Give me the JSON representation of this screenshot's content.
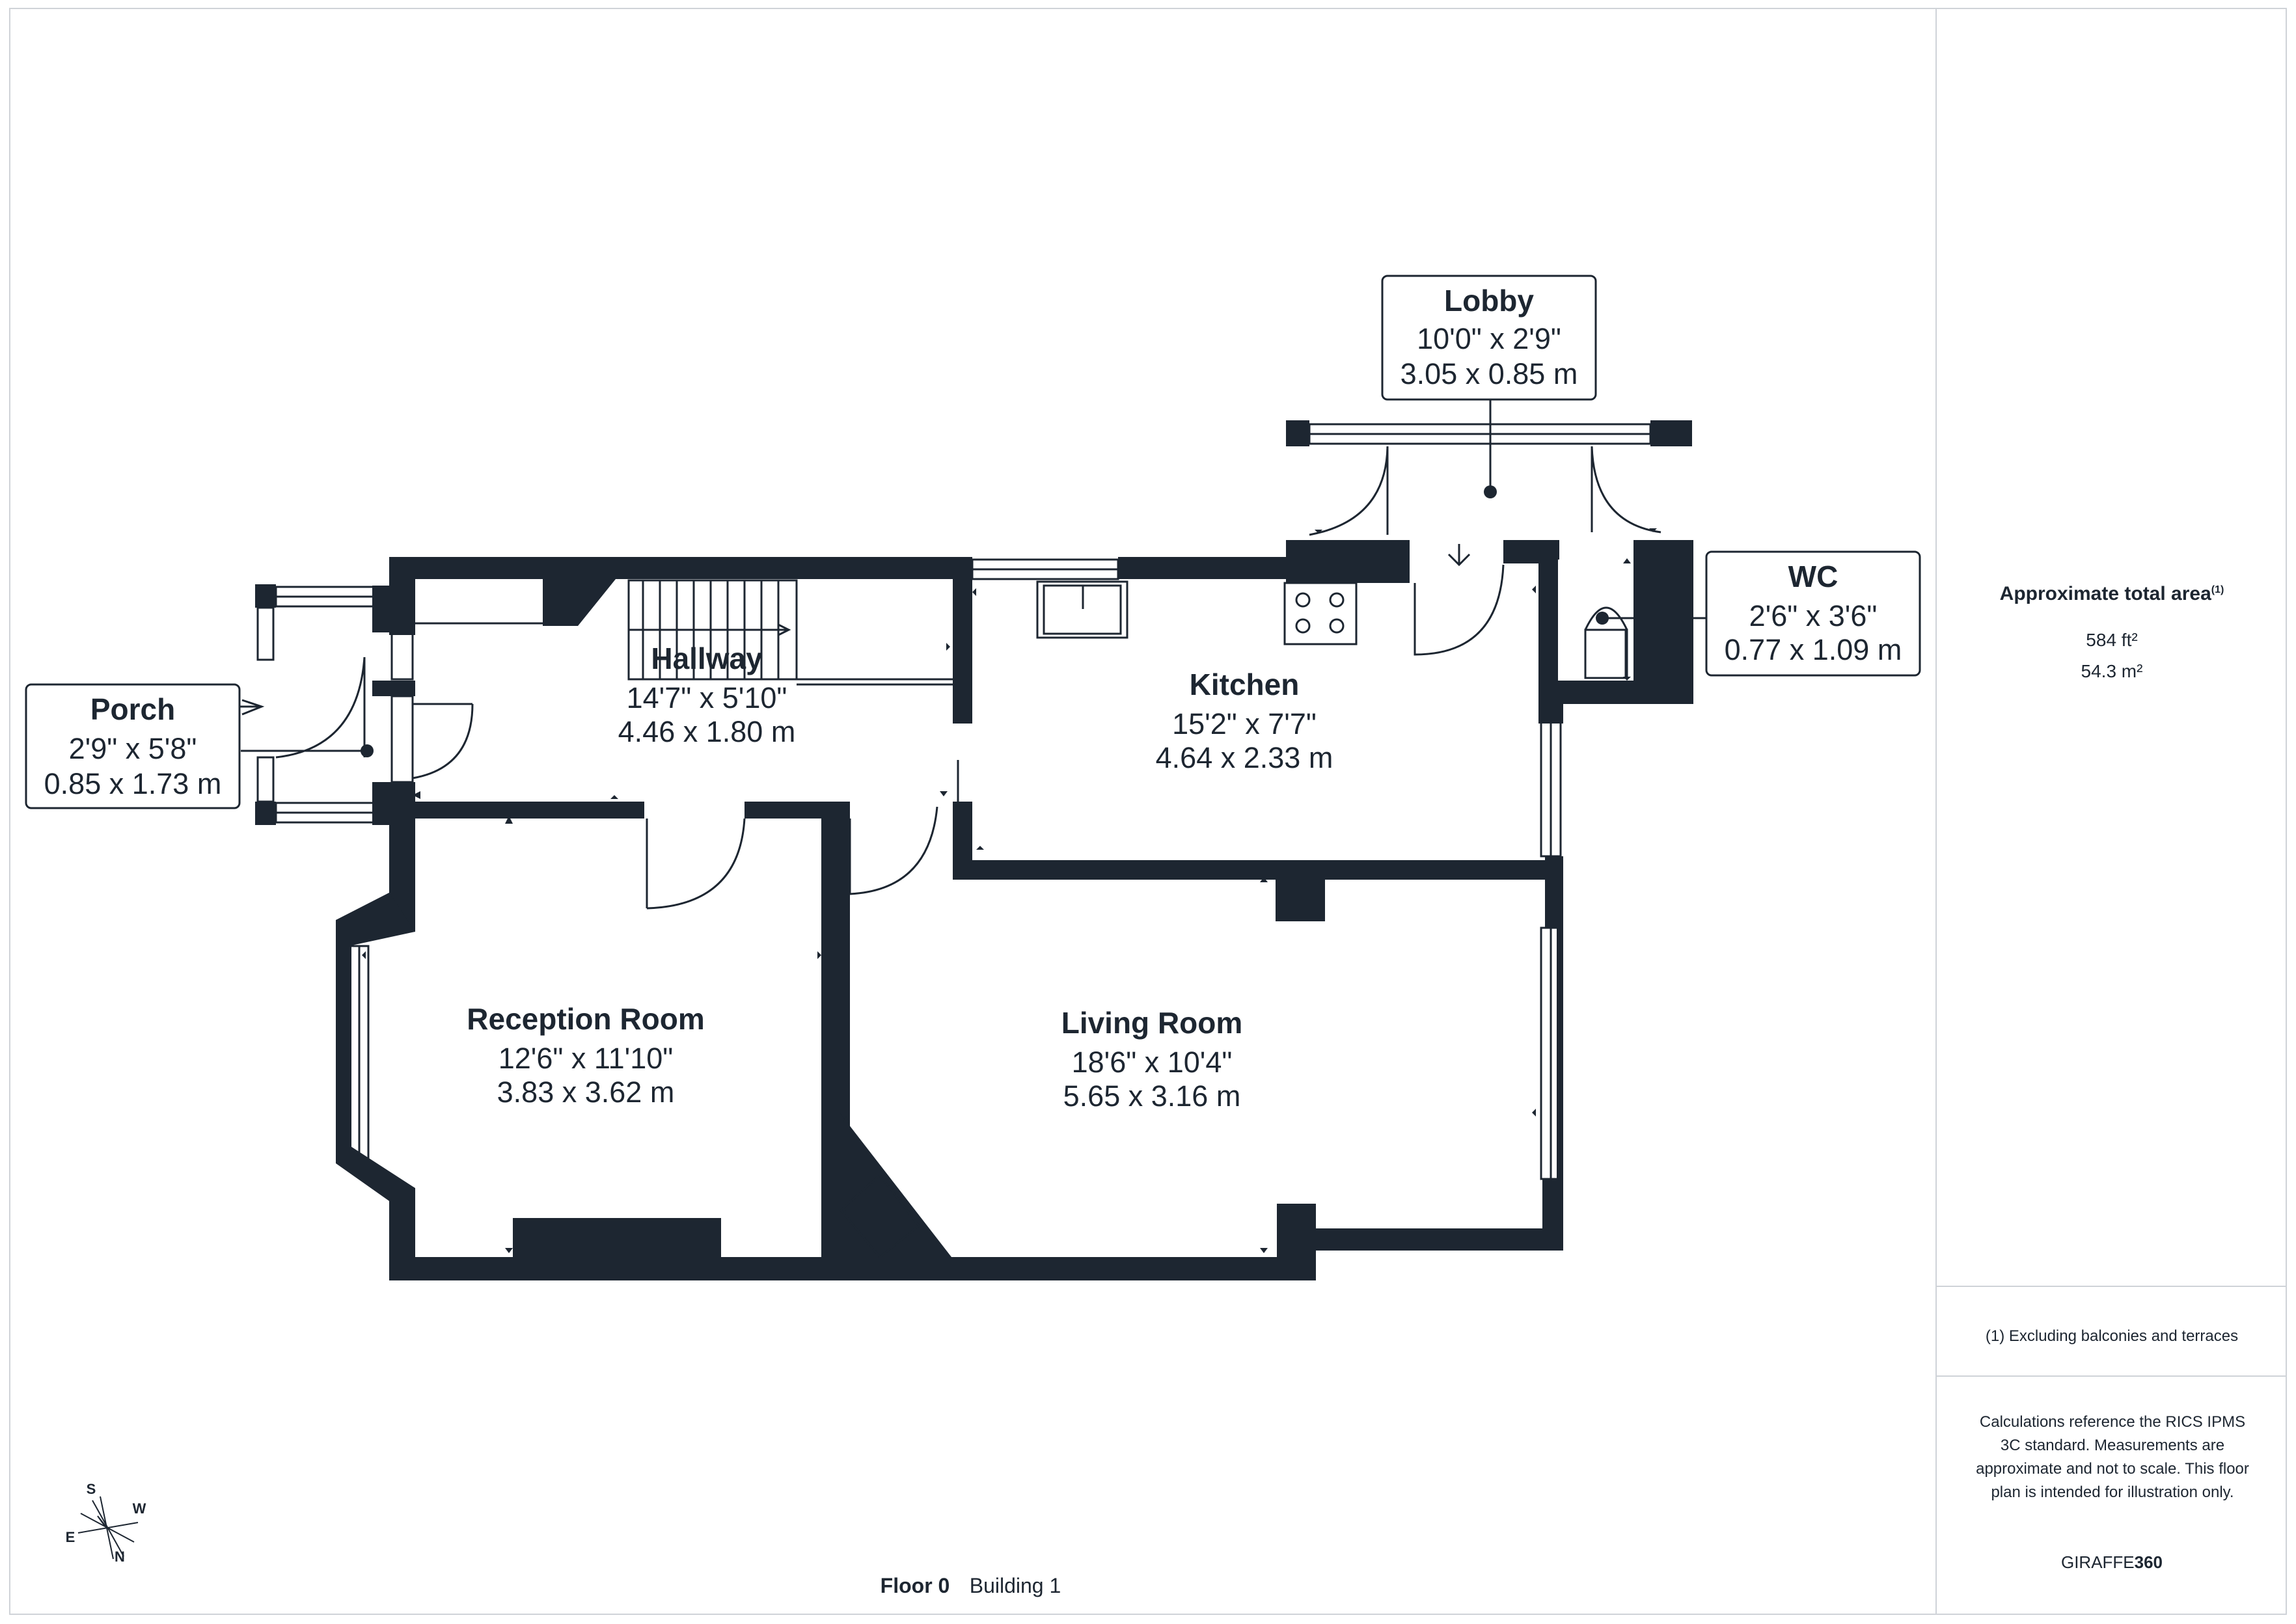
{
  "rooms": {
    "porch": {
      "name": "Porch",
      "imperial": "2'9\" x 5'8\"",
      "metric": "0.85 x 1.73 m"
    },
    "hallway": {
      "name": "Hallway",
      "imperial": "14'7\" x 5'10\"",
      "metric": "4.46 x 1.80 m"
    },
    "kitchen": {
      "name": "Kitchen",
      "imperial": "15'2\" x 7'7\"",
      "metric": "4.64 x 2.33 m"
    },
    "lobby": {
      "name": "Lobby",
      "imperial": "10'0\" x 2'9\"",
      "metric": "3.05 x 0.85 m"
    },
    "wc": {
      "name": "WC",
      "imperial": "2'6\" x 3'6\"",
      "metric": "0.77 x 1.09 m"
    },
    "reception": {
      "name": "Reception Room",
      "imperial": "12'6\" x 11'10\"",
      "metric": "3.83 x 3.62 m"
    },
    "living": {
      "name": "Living Room",
      "imperial": "18'6\" x 10'4\"",
      "metric": "5.65 x 3.16 m"
    }
  },
  "footer": {
    "floor": "Floor 0",
    "building": "Building 1"
  },
  "compass": {
    "s": "S",
    "w": "W",
    "e": "E",
    "n": "N"
  },
  "sidebar": {
    "area_title": "Approximate total area",
    "area_sup": "(1)",
    "area_ft": "584 ft²",
    "area_m": "54.3 m²",
    "note": "(1) Excluding balconies and terraces",
    "disclaimer": "Calculations reference the RICS IPMS 3C standard. Measurements are approximate and not to scale. This floor plan is intended for illustration only.",
    "brand_light": "GIRAFFE",
    "brand_bold": "360"
  },
  "colors": {
    "wall": "#1d2631",
    "border": "#cfd3d8",
    "text": "#1d2631"
  }
}
